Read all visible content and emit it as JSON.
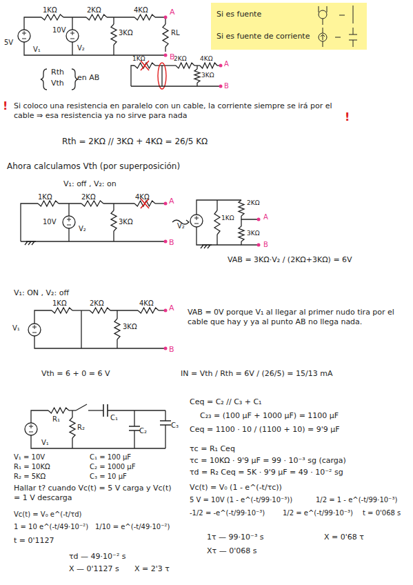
{
  "diagram": {
    "nodes": [
      {
        "text": [
          "Si es fuente",
          "Si es fuente de corriente"
        ]
      }
    ],
    "labels": [
      "1KΩ",
      "2KΩ",
      "4KΩ",
      "A",
      "5V",
      "V₁",
      "10V",
      "V₂",
      "3KΩ",
      "RL",
      "B",
      "Rth",
      "Vth",
      "en AB",
      "1KΩ",
      "2KΩ",
      "4KΩ",
      "A",
      "3KΩ",
      "B",
      "!",
      "Si coloco una resistencia en paralelo con un cable, la corriente siempre se irá por el cable ⇒ esa resistencia ya no sirve para nada",
      "!",
      "Rth = 2KΩ // 3KΩ + 4KΩ = 26/5 KΩ",
      "Ahora calculamos Vth (por superposición)",
      "V₁: off , V₂: on",
      "1KΩ",
      "2KΩ",
      "4KΩ",
      "A",
      "10V",
      "V₂",
      "3KΩ",
      "B",
      "2KΩ",
      "A",
      "V₂",
      "1KΩ",
      "3KΩ",
      "B",
      "VAB = 3KΩ·V₂ / (2KΩ+3KΩ) = 6V",
      "V₁: ON , V₂: off",
      "1KΩ",
      "2KΩ",
      "4KΩ",
      "A",
      "V₁",
      "3KΩ",
      "B",
      "VAB = 0V porque V₁ al llegar al primer nudo tira por el cable que hay y ya al punto AB no llega nada.",
      "Vth = 6 + 0 = 6 V",
      "IN = Vth / Rth = 6V / (26/5) = 15/13 mA",
      "R₁",
      "R₂",
      "C₁",
      "C₂",
      "C₃",
      "V₁",
      "V₁ = 10V",
      "R₁ = 10KΩ",
      "R₂ = 5KΩ",
      "C₁ = 100 μF",
      "C₂ = 1000 μF",
      "C₃ = 10 μF",
      "Hallar t? cuando Vc(t) = 5 V carga y Vc(t) = 1 V descarga",
      "Ceq = C₂ // C₃ + C₁",
      "C₂₃ = (100 μF + 1000 μF) = 1100 μF",
      "Ceq = 1100 · 10 / (1100 + 10) = 9'9 μF",
      "τc = R₁ Ceq",
      "τc = 10KΩ · 9'9 μF = 99 · 10⁻³ sg (carga)",
      "τd = R₂ Ceq = 5K · 9'9 μF = 49 · 10⁻² sg",
      "Vc(t) = V₀ (1 - e^(-t/τc))",
      "5 V = 10V (1 - e^(-t/99·10⁻³))",
      "1/2 = 1 - e^(-t/99·10⁻³)",
      "-1/2 = -e^(-t/99·10⁻³)",
      "1/2 = e^(-t/99·10⁻³)",
      "t = 0'068 s",
      "1τ — 99·10⁻³ s",
      "Xτ — 0'068 s",
      "X = 0'68 τ",
      "Vc(t) = V₀ e^(-t/τd)",
      "1 = 10 e^(-t/49·10⁻²)",
      "1/10 = e^(-t/49·10⁻²)",
      "t = 0'1127",
      "τd — 49·10⁻² s",
      "X — 0'1127 s",
      "X = 2'3 τ"
    ]
  }
}
